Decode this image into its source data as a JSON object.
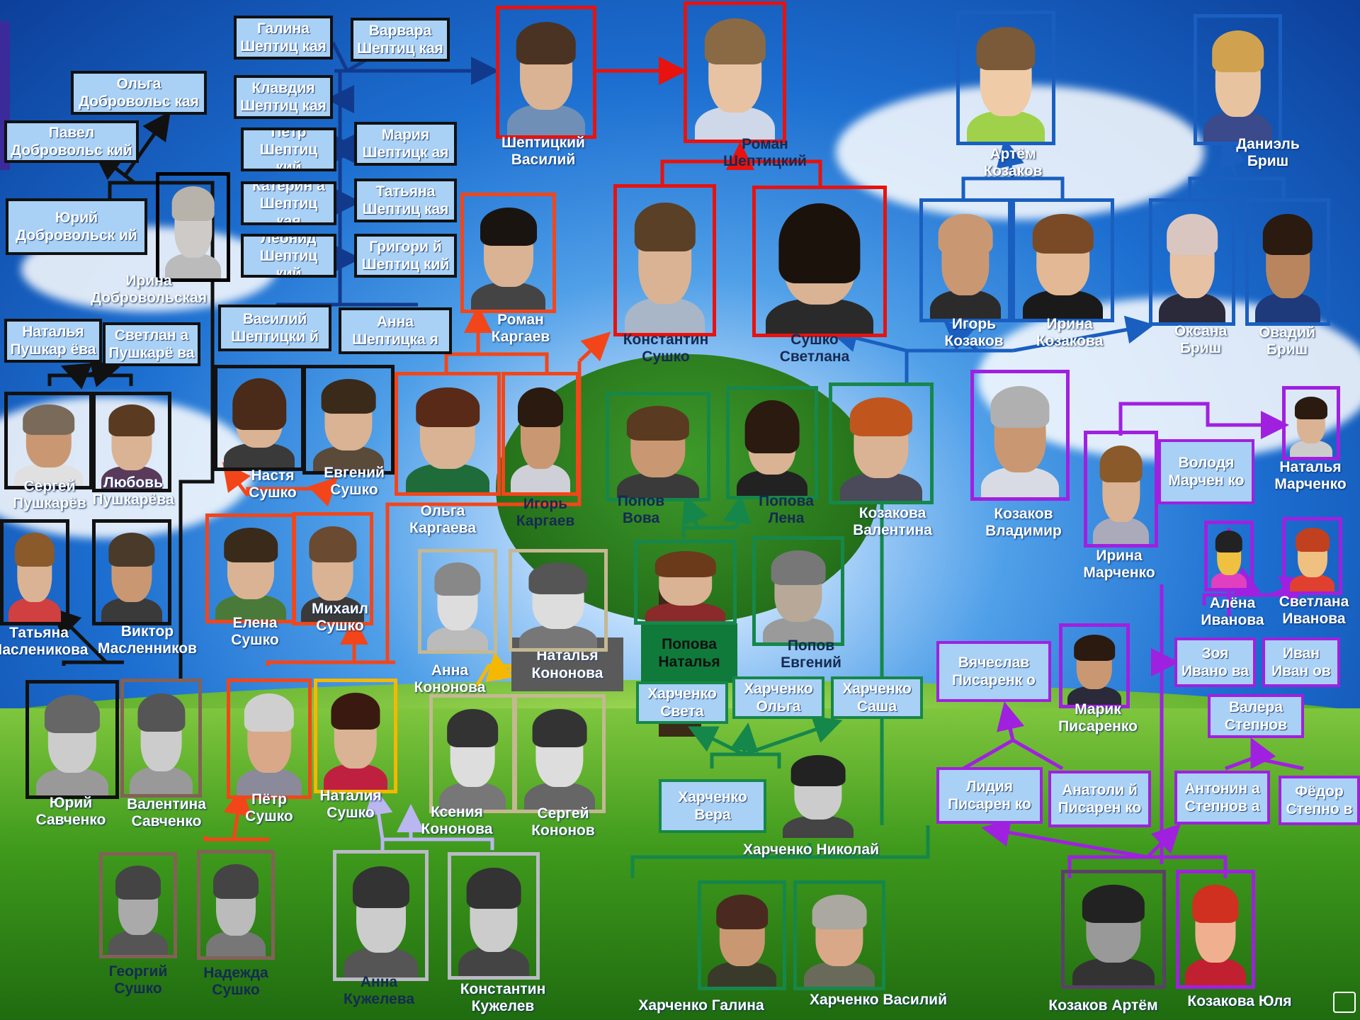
{
  "colors": {
    "red": "#e8120e",
    "orange": "#f2461a",
    "blue": "#1a5fc0",
    "darkblue": "#123a8c",
    "green": "#16874a",
    "purple": "#a020e0",
    "yellow": "#f5b800",
    "lavender": "#b9b6f0",
    "black": "#111111",
    "namebox_fill": "#a9d0f5"
  },
  "boxes": [
    {
      "id": "galina-sheptitskaya",
      "text": "Галина Шептиц кая"
    },
    {
      "id": "varvara-sheptitskaya",
      "text": "Варвара Шептиц кая"
    },
    {
      "id": "klavdiya-sheptitskaya",
      "text": "Клавдия Шептиц кая"
    },
    {
      "id": "petr-sheptitskiy",
      "text": "Пётр Шептиц кий"
    },
    {
      "id": "mariya-sheptitskaya",
      "text": "Мария Шептицк ая"
    },
    {
      "id": "katerina-sheptitskaya",
      "text": "Катерин а Шептиц кая"
    },
    {
      "id": "tatyana-sheptitskaya",
      "text": "Татьяна Шептиц кая"
    },
    {
      "id": "leonid-sheptitskiy",
      "text": "Леонид Шептиц кий"
    },
    {
      "id": "grigoriy-sheptitskiy",
      "text": "Григори й Шептиц кий"
    },
    {
      "id": "vasiliy-sheptitskiy-box",
      "text": "Василий Шептицки й"
    },
    {
      "id": "anna-sheptitskaya",
      "text": "Анна Шептицка я"
    },
    {
      "id": "olga-dobrovolskaya",
      "text": "Ольга Добровольс кая"
    },
    {
      "id": "pavel-dobrovolskiy",
      "text": "Павел Добровольс кий"
    },
    {
      "id": "yuriy-dobrovolskiy",
      "text": "Юрий Добровольск ий"
    },
    {
      "id": "natalya-pushkareva",
      "text": "Наталья Пушкар ёва"
    },
    {
      "id": "svetlana-pushkareva",
      "text": "Светлан а Пушкарё ва"
    },
    {
      "id": "natalya-kononova",
      "text": "Наталья Кононова"
    },
    {
      "id": "popova-natalya",
      "text": "Попова Наталья"
    },
    {
      "id": "harchenko-sveta",
      "text": "Харченко Света"
    },
    {
      "id": "harchenko-olga",
      "text": "Харченко Ольга"
    },
    {
      "id": "harchenko-sasha",
      "text": "Харченко Саша"
    },
    {
      "id": "harchenko-vera",
      "text": "Харченко Вера"
    },
    {
      "id": "volodya-marchenko",
      "text": "Володя Марчен ко"
    },
    {
      "id": "vyacheslav-pisarenko",
      "text": "Вячеслав Писаренк о"
    },
    {
      "id": "zoya-ivanova",
      "text": "Зоя Ивано ва"
    },
    {
      "id": "ivan-ivanov",
      "text": "Иван Иван ов"
    },
    {
      "id": "valera-stepnov",
      "text": "Валера Степнов"
    },
    {
      "id": "lidiya-pisarenko",
      "text": "Лидия Писарен ко"
    },
    {
      "id": "anatoliy-pisarenko",
      "text": "Анатоли й Писарен ко"
    },
    {
      "id": "antonina-stepnova",
      "text": "Антонин а Степнов а"
    },
    {
      "id": "fedor-stepnov",
      "text": "Фёдор Степно в"
    }
  ],
  "people": [
    {
      "id": "vasiliy-sheptitskiy",
      "label": "Шептицкий Василий"
    },
    {
      "id": "roman-sheptitskiy",
      "label": "Роман Шептицкий"
    },
    {
      "id": "artem-kozakov-young",
      "label": "Артём Козаков"
    },
    {
      "id": "daniel-brish",
      "label": "Даниэль Бриш"
    },
    {
      "id": "irina-dobrovolskaya",
      "label": "Ирина Добровольская"
    },
    {
      "id": "roman-kargaev",
      "label": "Роман Каргаев"
    },
    {
      "id": "konstantin-sushko",
      "label": "Константин Сушко"
    },
    {
      "id": "svetlana-sushko",
      "label": "Сушко Светлана"
    },
    {
      "id": "igor-kozakov",
      "label": "Игорь Козаков"
    },
    {
      "id": "irina-kozakova",
      "label": "Ирина Козакова"
    },
    {
      "id": "oksana-brish",
      "label": "Оксана Бриш"
    },
    {
      "id": "ovadiy-brish",
      "label": "Овадий Бриш"
    },
    {
      "id": "nastya-sushko",
      "label": "Настя Сушко"
    },
    {
      "id": "evgeniy-sushko",
      "label": "Евгений Сушко"
    },
    {
      "id": "olga-kargaeva",
      "label": "Ольга Каргаева"
    },
    {
      "id": "igor-kargaev",
      "label": "Игорь Каргаев"
    },
    {
      "id": "popov-vova",
      "label": "Попов Вова"
    },
    {
      "id": "popova-lena",
      "label": "Попова Лена"
    },
    {
      "id": "kozakova-valentina",
      "label": "Козакова Валентина"
    },
    {
      "id": "kozakov-vladimir",
      "label": "Козаков Владимир"
    },
    {
      "id": "natalya-marchenko",
      "label": "Наталья Марченко"
    },
    {
      "id": "sergey-pushkarev",
      "label": "Сергей Пушкарёв"
    },
    {
      "id": "lyubov-pushkareva",
      "label": "Любовь Пушкарёва"
    },
    {
      "id": "irina-marchenko",
      "label": "Ирина Марченко"
    },
    {
      "id": "tatyana-maslenikova",
      "label": "Татьяна Масленикова"
    },
    {
      "id": "viktor-maslennikov",
      "label": "Виктор Масленников"
    },
    {
      "id": "elena-sushko",
      "label": "Елена Сушко"
    },
    {
      "id": "mihail-sushko",
      "label": "Михаил Сушко"
    },
    {
      "id": "anna-kononova",
      "label": "Анна Кононова"
    },
    {
      "id": "popova-natalya-photo",
      "label": ""
    },
    {
      "id": "popov-evgeniy",
      "label": "Попов Евгений"
    },
    {
      "id": "alena-ivanova",
      "label": "Алёна Иванова"
    },
    {
      "id": "svetlana-ivanova",
      "label": "Светлана Иванова"
    },
    {
      "id": "marik-pisarenko",
      "label": "Марик Писаренко"
    },
    {
      "id": "yuriy-savchenko",
      "label": "Юрий Савченко"
    },
    {
      "id": "valentina-savchenko",
      "label": "Валентина Савченко"
    },
    {
      "id": "petr-sushko",
      "label": "Пётр Сушко"
    },
    {
      "id": "nataliya-sushko",
      "label": "Наталия Сушко"
    },
    {
      "id": "kseniya-kononova",
      "label": "Ксения Кононова"
    },
    {
      "id": "sergey-kononov",
      "label": "Сергей Кононов"
    },
    {
      "id": "harchenko-nikolay",
      "label": "Харченко Николай"
    },
    {
      "id": "georgiy-sushko",
      "label": "Георгий Сушко"
    },
    {
      "id": "nadezhda-sushko",
      "label": "Надежда Сушко"
    },
    {
      "id": "anna-kuzheleva",
      "label": "Анна Кужелева"
    },
    {
      "id": "konstantin-kuzhelev",
      "label": "Константин Кужелев"
    },
    {
      "id": "harchenko-galina",
      "label": "Харченко Галина"
    },
    {
      "id": "harchenko-vasiliy",
      "label": "Харченко Василий"
    },
    {
      "id": "kozakov-artem",
      "label": "Козаков Артём"
    },
    {
      "id": "kozakova-yulya",
      "label": "Козакова Юля"
    }
  ]
}
